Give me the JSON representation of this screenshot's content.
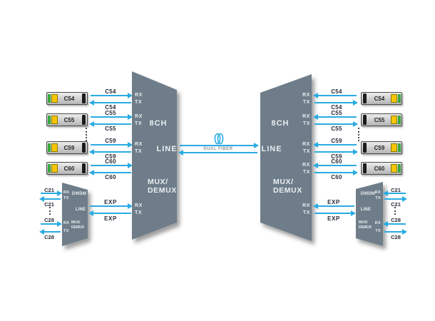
{
  "ports": {
    "rx": "RX",
    "tx": "TX"
  },
  "mux_unit": {
    "capacity": "8CH",
    "line": "LINE",
    "mux_line1": "MUX/",
    "mux_line2": "DEMUX"
  },
  "expansion_unit": {
    "type": "DWDM",
    "line": "LINE",
    "mux_line1": "MUX/",
    "mux_line2": "DEMUX"
  },
  "channels": [
    "C54",
    "C55",
    "C59",
    "C60"
  ],
  "expansion_channels": [
    "C21",
    "C28"
  ],
  "expansion_port_label": "EXP",
  "fiber_link": {
    "label": "DUAL FIBER"
  },
  "colors": {
    "unit_fill": "#6e7d89",
    "arrow_blue": "#2aabe2",
    "label_dark": "#262b36",
    "text_light": "#e9eef1",
    "module_yellow": "#f6c400",
    "module_green": "#3aa83a"
  }
}
